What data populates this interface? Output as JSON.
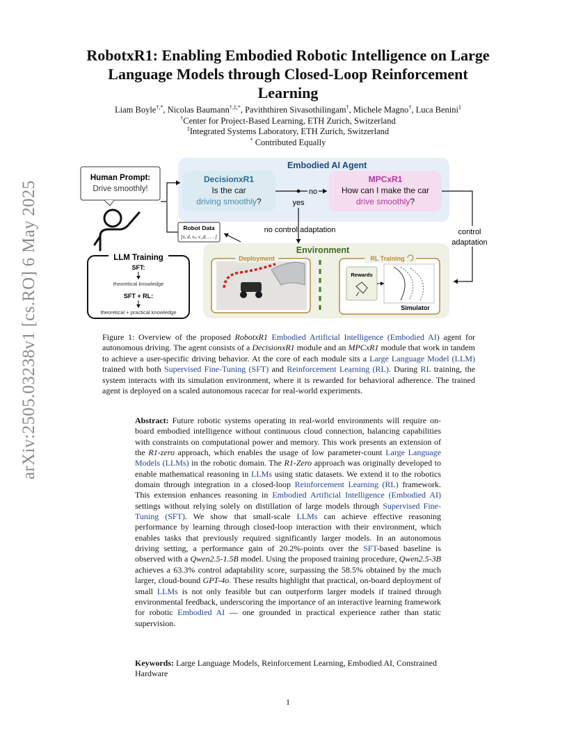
{
  "sidebar": {
    "arxiv_id": "arXiv:2505.03238v1  [cs.RO]  6 May 2025"
  },
  "title": {
    "line1": "RobotxR1: Enabling Embodied Robotic Intelligence on Large",
    "line2": "Language Models through Closed-Loop Reinforcement",
    "line3": "Learning"
  },
  "authors": {
    "a1": "Liam Boyle",
    "a1_sup": "†,*",
    "a2": "Nicolas Baumann",
    "a2_sup": "†,‡,*",
    "a3": "Paviththiren Sivasothilingam",
    "a3_sup": "†",
    "a4": "Michele Magno",
    "a4_sup": "†",
    "a5": "Luca Benini",
    "a5_sup": "‡",
    "aff1_mark": "†",
    "aff1": "Center for Project-Based Learning, ETH Zurich, Switzerland",
    "aff2_mark": "‡",
    "aff2": "Integrated Systems Laboratory, ETH Zurich, Switzerland",
    "note_mark": "*",
    "note": " Contributed Equally"
  },
  "figure": {
    "agent_title": "Embodied AI Agent",
    "human_prompt_title": "Human Prompt:",
    "human_prompt_text": "Drive smoothly!",
    "decision_title": "DecisionxR1",
    "decision_line1": "Is the car",
    "decision_line2a": "driving ",
    "decision_line2b": "smoothly",
    "decision_line2c": "?",
    "no_label": "no",
    "yes_label": "yes",
    "mpc_title": "MPCxR1",
    "mpc_line1": "How can I make the car",
    "mpc_line2a": "drive ",
    "mpc_line2b": "smoothly",
    "mpc_line2c": "?",
    "robot_data_title": "Robot Data",
    "robot_data_vec": "[s, d, vₛ, v_d, . . . ]",
    "no_control": "no control adaptation",
    "control_adapt_1": "control",
    "control_adapt_2": "adaptation",
    "llm_training": "LLM Training",
    "sft": "SFT:",
    "theoretical": "theoretical knowledge",
    "sft_rl": "SFT + RL:",
    "theoretical_practical": "theoretical + practical knowledge",
    "environment": "Environment",
    "deployment": "Deployment",
    "rl_training": "RL Training",
    "rewards": "Rewards",
    "simulator": "Simulator",
    "colors": {
      "agent_bg": "#e6eef8",
      "decision_bg": "#dceaf2",
      "mpc_bg": "#f5dcee",
      "env_bg": "#eef1e4",
      "agent_title": "#1b4a7a",
      "mpc_title": "#b0399b",
      "env_title": "#3f6b1f",
      "red_path": "#cc2222",
      "green_dash": "#3f7a1f"
    }
  },
  "caption": {
    "p1": "Figure 1: Overview of the proposed ",
    "p2": "RobotxR1",
    "p3": " ",
    "p4": "Embodied Artificial Intelligence (Embodied AI)",
    "p5": " agent for autonomous driving. The agent consists of a ",
    "p6": "DecisionxR1",
    "p7": " module and an ",
    "p8": "MPCxR1",
    "p9": " module that work in tandem to achieve a user-specific driving behavior.  At the core of each module sits a ",
    "p10": "Large Language Model (LLM)",
    "p11": " trained with both ",
    "p12": "Supervised Fine-Tuning (SFT)",
    "p13": " and ",
    "p14": "Reinforcement Learning (RL)",
    "p15": ". During ",
    "p16": "RL",
    "p17": " training, the system interacts with its simulation environment, where it is rewarded for behavioral adherence. The trained agent is deployed on a scaled autonomous racecar for real-world experiments."
  },
  "abstract": {
    "label": "Abstract:",
    "s1": " Future robotic systems operating in real-world environments will require on-board embodied intelligence without continuous cloud connection, balancing capabilities with constraints on computational power and memory.  This work presents an extension of the ",
    "s2": "R1-zero",
    "s3": " approach, which enables the usage of low parameter-count ",
    "s4": "Large Language Models (LLMs)",
    "s5": " in the robotic domain. The ",
    "s6": "R1-Zero",
    "s7": " approach was originally developed to enable mathematical reasoning in ",
    "s8": "LLMs",
    "s9": " using static datasets.  We extend it to the robotics domain through integration in a closed-loop ",
    "s10": "Reinforcement Learning (RL)",
    "s11": " framework.  This extension enhances reasoning in ",
    "s12": "Embodied Artificial Intelligence (Embodied AI)",
    "s13": " settings without relying solely on distillation of large models through ",
    "s14": "Supervised Fine-Tuning (SFT)",
    "s15": ". We show that small-scale ",
    "s16": "LLMs",
    "s17": " can achieve effective reasoning performance by learning through closed-loop interaction with their environment, which enables tasks that previously required significantly larger models. In an autonomous driving setting, a performance gain of 20.2%-points over the ",
    "s18": "SFT",
    "s19": "-based baseline is observed with a ",
    "s20": "Qwen2.5-1.5B",
    "s21": " model. Using the proposed training procedure, ",
    "s22": "Qwen2.5-3B",
    "s23": " achieves a 63.3% control adaptability score, surpassing the 58.5% obtained by the much larger, cloud-bound ",
    "s24": "GPT-4o",
    "s25": ". These results highlight that practical, on-board deployment of small ",
    "s26": "LLMs",
    "s27": " is not only feasible but can outperform larger models if trained through environmental feedback, underscoring the importance of an interactive learning framework for robotic ",
    "s28": "Embodied AI",
    "s29": " — one grounded in practical experience rather than static supervision."
  },
  "keywords": {
    "label": "Keywords:",
    "text": " Large Language Models, Reinforcement Learning, Embodied AI, Constrained Hardware"
  },
  "page_number": "1"
}
